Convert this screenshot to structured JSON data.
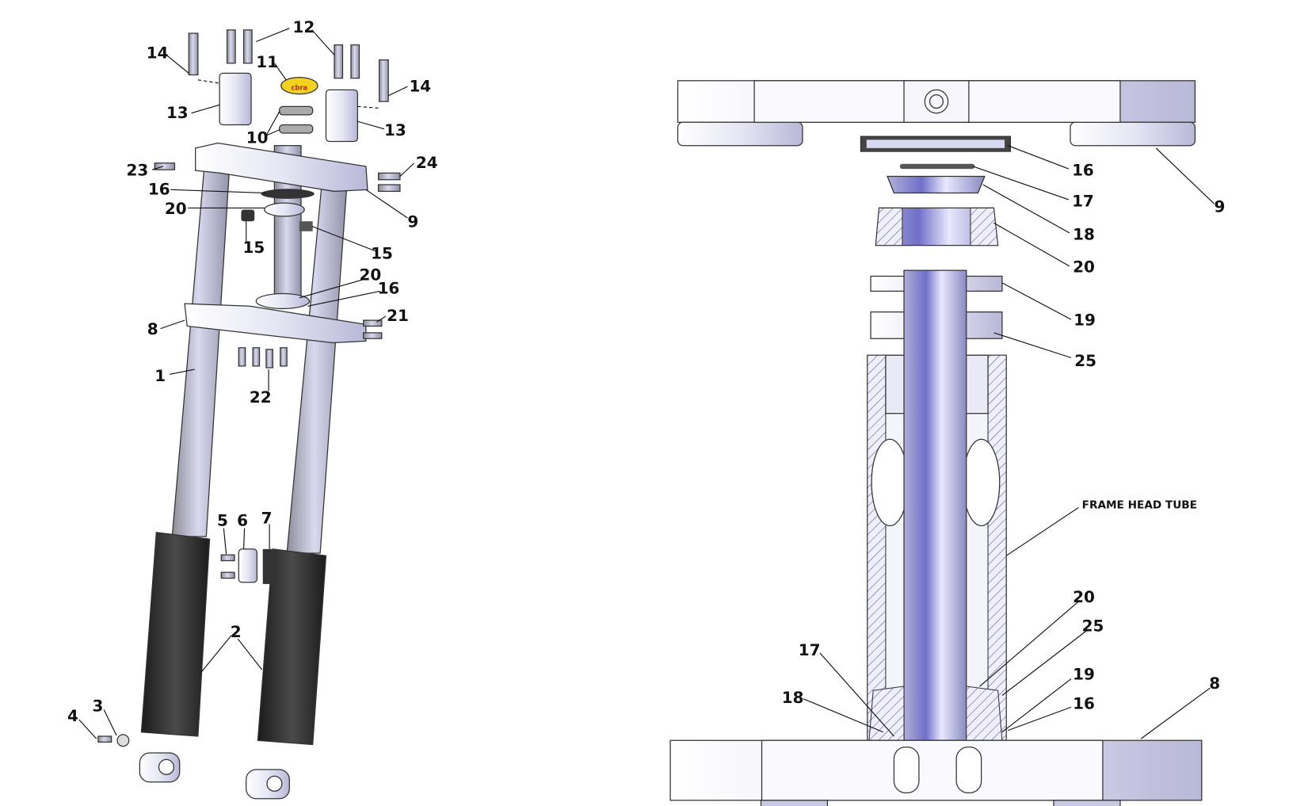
{
  "title": "Front fork and steering stem exploded diagram",
  "colors": {
    "metal": "#c9c9e3",
    "metal_light": "#eeeef8",
    "rubber": "#2b2b2b",
    "cap": "#f2d21a",
    "line": "#111111"
  },
  "left_view": {
    "logo_text": "cbra",
    "labels": [
      "12",
      "14",
      "11",
      "14",
      "13",
      "13",
      "10",
      "23",
      "24",
      "16",
      "20",
      "9",
      "15",
      "15",
      "20",
      "16",
      "21",
      "8",
      "1",
      "22",
      "5",
      "6",
      "7",
      "2",
      "3",
      "4"
    ]
  },
  "right_view": {
    "labels": [
      "16",
      "17",
      "9",
      "18",
      "20",
      "19",
      "25",
      "20",
      "25",
      "17",
      "19",
      "8",
      "18",
      "16"
    ],
    "frame_label": "FRAME HEAD TUBE"
  }
}
